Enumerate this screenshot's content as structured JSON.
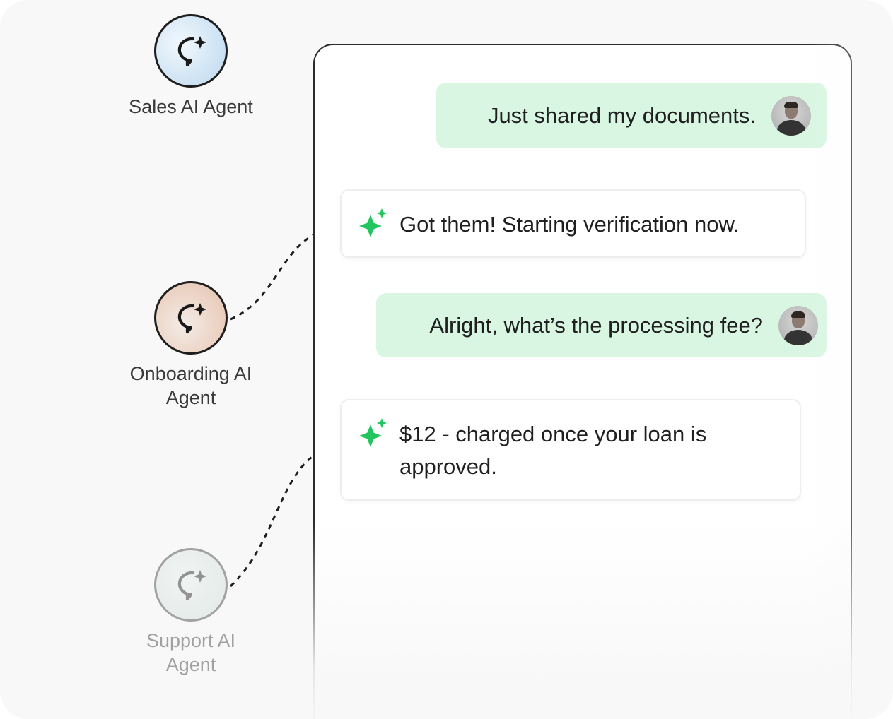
{
  "agents": [
    {
      "label": "Sales AI Agent",
      "icon": "chat-sparkle-icon",
      "state": "active"
    },
    {
      "label": "Onboarding AI Agent",
      "icon": "chat-sparkle-icon",
      "state": "active"
    },
    {
      "label": "Support AI Agent",
      "icon": "chat-sparkle-icon",
      "state": "faded"
    }
  ],
  "messages": [
    {
      "role": "user",
      "text": "Just shared my documents.",
      "avatar": "user-avatar"
    },
    {
      "role": "agent",
      "text": "Got them! Starting verification now.",
      "icon": "sparkle-icon"
    },
    {
      "role": "user",
      "text": "Alright, what’s the processing fee?",
      "avatar": "user-avatar"
    },
    {
      "role": "agent",
      "text": "$12 - charged once your loan is approved.",
      "icon": "sparkle-icon"
    }
  ],
  "colors": {
    "user_bubble": "#d8f6e2",
    "sparkle": "#22c55e",
    "panel_border": "#2b2b2b"
  }
}
